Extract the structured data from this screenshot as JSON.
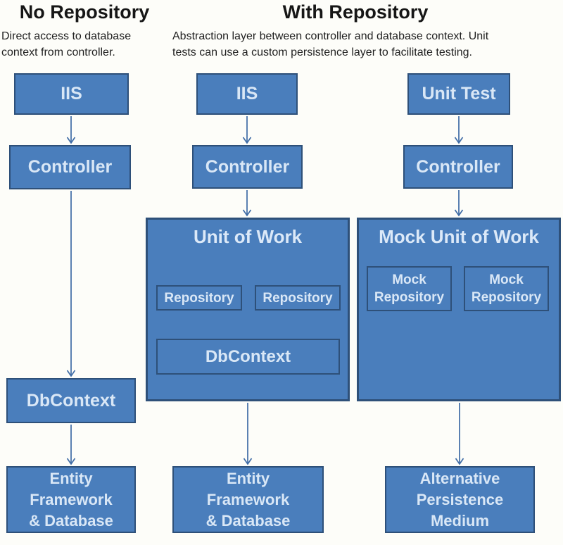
{
  "headers": {
    "left": {
      "title": "No Repository",
      "description": "Direct access to database\ncontext from controller."
    },
    "right": {
      "title": "With Repository",
      "description": "Abstraction layer between controller and database context. Unit\ntests can use a custom persistence layer to facilitate testing."
    }
  },
  "diagram": {
    "col1": {
      "iis": "IIS",
      "controller": "Controller",
      "dbcontext": "DbContext",
      "bottom": "Entity\nFramework\n& Database"
    },
    "col2": {
      "iis": "IIS",
      "controller": "Controller",
      "unit_of_work": "Unit of Work",
      "repository_1": "Repository",
      "repository_2": "Repository",
      "dbcontext": "DbContext",
      "bottom": "Entity\nFramework\n& Database"
    },
    "col3": {
      "unit_test": "Unit Test",
      "controller": "Controller",
      "mock_unit_of_work": "Mock Unit of Work",
      "mock_repository_1": "Mock\nRepository",
      "mock_repository_2": "Mock\nRepository",
      "bottom": "Alternative\nPersistence\nMedium"
    }
  },
  "colors": {
    "box_fill": "#4a7ebc",
    "box_border": "#2e5079",
    "box_text": "#d9e7f6",
    "arrow": "#3e6ba5",
    "heading_text": "#161616",
    "background": "#fdfdf9"
  }
}
